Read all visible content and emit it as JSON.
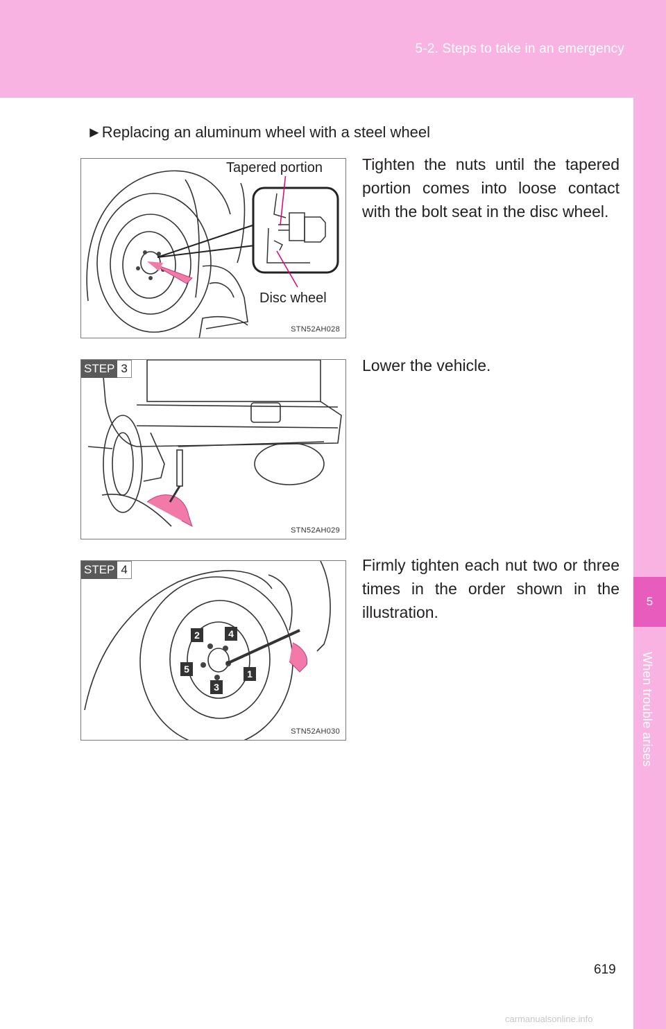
{
  "header": {
    "section": "5-2. Steps to take in an emergency"
  },
  "sidebar": {
    "chapter_number": "5",
    "chapter_title": "When trouble arises"
  },
  "section": {
    "marker": "►",
    "title": "Replacing an aluminum wheel with a steel wheel"
  },
  "figures": [
    {
      "code": "STN52AH028",
      "callout_top": "Tapered portion",
      "callout_bottom": "Disc wheel",
      "text": "Tighten the nuts until the tapered portion comes into loose contact with the bolt seat in the disc wheel."
    },
    {
      "code": "STN52AH029",
      "step_label": "STEP",
      "step_number": "3",
      "text": "Lower the vehicle."
    },
    {
      "code": "STN52AH030",
      "step_label": "STEP",
      "step_number": "4",
      "nut_order_labels": [
        "1",
        "2",
        "3",
        "4",
        "5"
      ],
      "text": "Firmly tighten each nut two or three times in the order shown in the illustration."
    }
  ],
  "page_number": "619",
  "watermark": "carmanualsonline.info",
  "colors": {
    "header_pink": "#f9b3e2",
    "chapter_magenta": "#e85cbd",
    "callout_line": "#e0007a",
    "arrow_pink": "#f27aa9"
  }
}
